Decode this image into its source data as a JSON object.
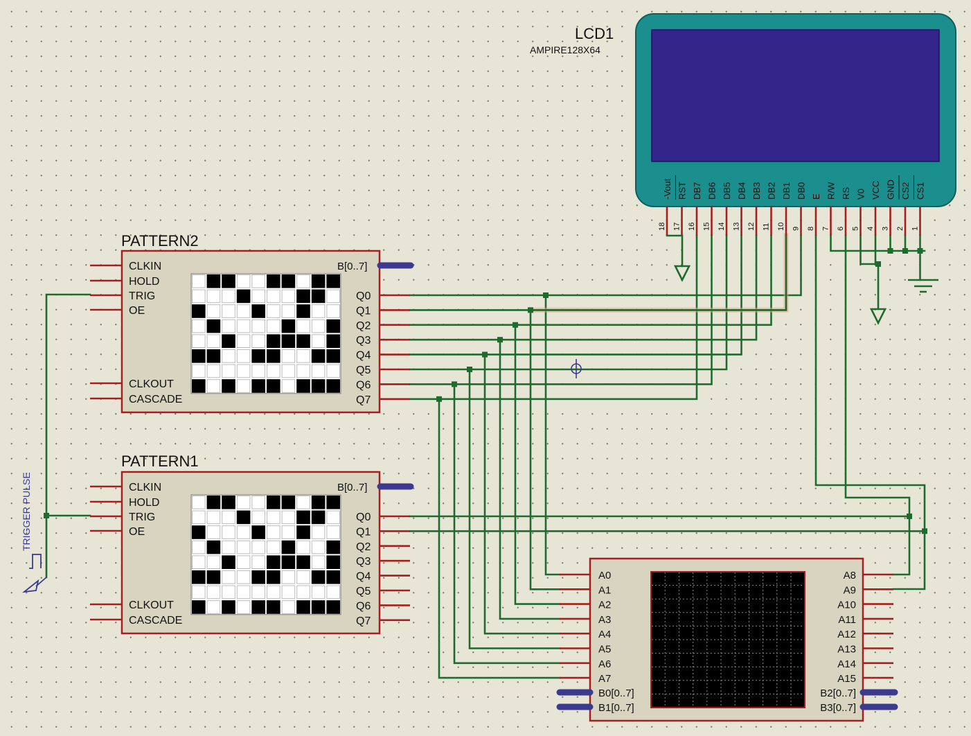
{
  "lcd": {
    "ref": "LCD1",
    "model": "AMPIRE128X64",
    "pins": [
      {
        "num": "18",
        "name": "-Vout"
      },
      {
        "num": "17",
        "name": "RST"
      },
      {
        "num": "16",
        "name": "DB7"
      },
      {
        "num": "15",
        "name": "DB6"
      },
      {
        "num": "14",
        "name": "DB5"
      },
      {
        "num": "13",
        "name": "DB4"
      },
      {
        "num": "12",
        "name": "DB3"
      },
      {
        "num": "11",
        "name": "DB2"
      },
      {
        "num": "10",
        "name": "DB1"
      },
      {
        "num": "9",
        "name": "DB0"
      },
      {
        "num": "8",
        "name": "E"
      },
      {
        "num": "7",
        "name": "R/W"
      },
      {
        "num": "6",
        "name": "RS"
      },
      {
        "num": "5",
        "name": "V0"
      },
      {
        "num": "4",
        "name": "VCC"
      },
      {
        "num": "3",
        "name": "GND"
      },
      {
        "num": "2",
        "name": "CS2"
      },
      {
        "num": "1",
        "name": "CS1"
      }
    ],
    "screen_color": "#33258a",
    "bezel_color": "#1b8f8d"
  },
  "pattern2": {
    "ref": "PATTERN2",
    "left_pins": [
      "CLKIN",
      "HOLD",
      "TRIG",
      "OE"
    ],
    "left_pins_bottom": [
      "CLKOUT",
      "CASCADE"
    ],
    "bus_label": "B[0..7]",
    "right_pins": [
      "Q0",
      "Q1",
      "Q2",
      "Q3",
      "Q4",
      "Q5",
      "Q6",
      "Q7"
    ]
  },
  "pattern1": {
    "ref": "PATTERN1",
    "left_pins": [
      "CLKIN",
      "HOLD",
      "TRIG",
      "OE"
    ],
    "left_pins_bottom": [
      "CLKOUT",
      "CASCADE"
    ],
    "bus_label": "B[0..7]",
    "right_pins": [
      "Q0",
      "Q1",
      "Q2",
      "Q3",
      "Q4",
      "Q5",
      "Q6",
      "Q7"
    ]
  },
  "pattern_grid": [
    [
      0,
      1,
      1,
      0,
      0,
      1,
      1,
      0,
      1,
      1
    ],
    [
      0,
      0,
      0,
      1,
      0,
      0,
      0,
      1,
      1,
      0
    ],
    [
      1,
      0,
      0,
      0,
      1,
      0,
      0,
      1,
      0,
      0
    ],
    [
      0,
      1,
      0,
      0,
      0,
      0,
      1,
      0,
      0,
      1
    ],
    [
      0,
      0,
      1,
      0,
      0,
      1,
      1,
      1,
      0,
      1
    ],
    [
      1,
      1,
      0,
      0,
      1,
      1,
      0,
      0,
      1,
      1
    ],
    [
      1,
      0,
      1,
      0,
      1,
      1,
      0,
      1,
      1,
      1
    ]
  ],
  "logic_analyzer": {
    "left_pins": [
      "A0",
      "A1",
      "A2",
      "A3",
      "A4",
      "A5",
      "A6",
      "A7"
    ],
    "left_buses": [
      "B0[0..7]",
      "B1[0..7]"
    ],
    "right_pins": [
      "A8",
      "A9",
      "A10",
      "A11",
      "A12",
      "A13",
      "A14",
      "A15"
    ],
    "right_buses": [
      "B2[0..7]",
      "B3[0..7]"
    ]
  },
  "generator": {
    "label": "TRIGGER PULSE"
  },
  "colors": {
    "wire": "#1f6b2e",
    "pin": "#a3201e",
    "bus": "#3b3a8e",
    "box_fill": "#d8d4c0",
    "box_border": "#a3201e",
    "highlight": "#e9a190"
  }
}
